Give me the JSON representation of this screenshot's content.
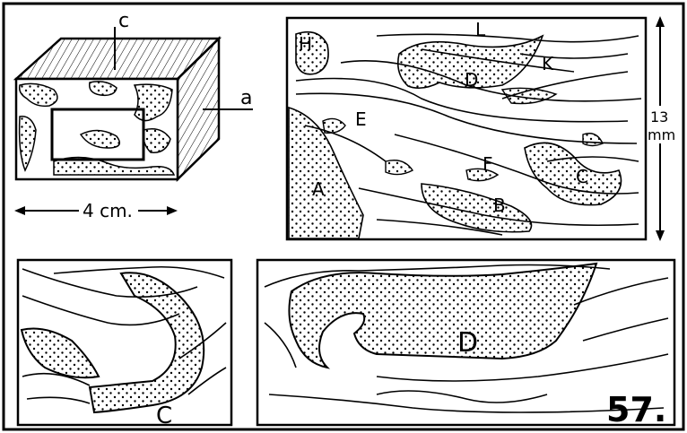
{
  "labels": {
    "c_top": "c",
    "a_side": "a",
    "scale_4cm": "4 cm.",
    "scale_13": "13",
    "scale_mm": "mm",
    "H": "H",
    "L": "L",
    "D_small": "D",
    "K": "K",
    "E": "E",
    "F": "F",
    "C_small": "C",
    "A": "A",
    "B": "B",
    "C_large": "C",
    "D_large": "D",
    "plate_number": "57."
  },
  "colors": {
    "ink": "#000000",
    "paper": "#ffffff"
  }
}
